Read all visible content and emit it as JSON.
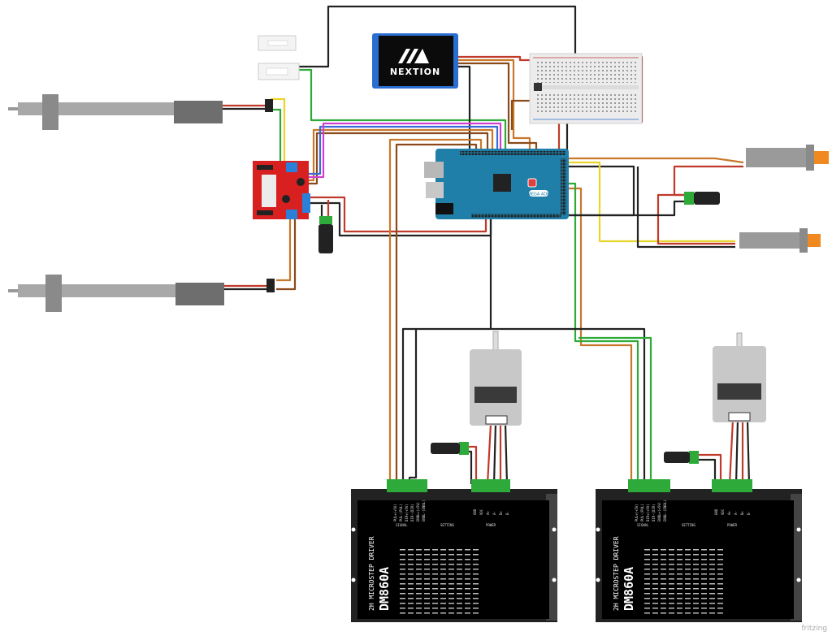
{
  "display": {
    "brand": "NEXTION"
  },
  "arduino": {
    "model": "MEGA ADK"
  },
  "drivers": [
    {
      "title": "2H MICROSTEP DRIVER",
      "model": "DM860A",
      "signal_pins": [
        "PUL+(+5V)",
        "PUL-(PUL)",
        "DIR+(+5V)",
        "DIR-(DIR)",
        "ENBL+(+5V)",
        "ENBL-(ENBL)"
      ],
      "power_pins": [
        "GND",
        "VDC",
        "A+",
        "A-",
        "B+",
        "B-"
      ],
      "sections": [
        "SIGNAL",
        "SETTING",
        "POWER"
      ]
    },
    {
      "title": "2H MICROSTEP DRIVER",
      "model": "DM860A",
      "signal_pins": [
        "PUL+(+5V)",
        "PUL-(PUL)",
        "DIR+(+5V)",
        "DIR-(DIR)",
        "ENBL+(+5V)",
        "ENBL-(ENBL)"
      ],
      "power_pins": [
        "GND",
        "VDC",
        "A+",
        "A-",
        "B+",
        "B-"
      ],
      "sections": [
        "SIGNAL",
        "SETTING",
        "POWER"
      ]
    }
  ],
  "footer": {
    "watermark": "fritzing"
  },
  "colors": {
    "red": "#c0392b",
    "black": "#222222",
    "green": "#2eaa3a",
    "yellow": "#e8d42a",
    "orange": "#c8782a",
    "brown": "#8a4a1a",
    "blue": "#3a6ad8",
    "magenta": "#d040d0",
    "arduino": "#1f7fa8",
    "l298n": "#d92020"
  }
}
